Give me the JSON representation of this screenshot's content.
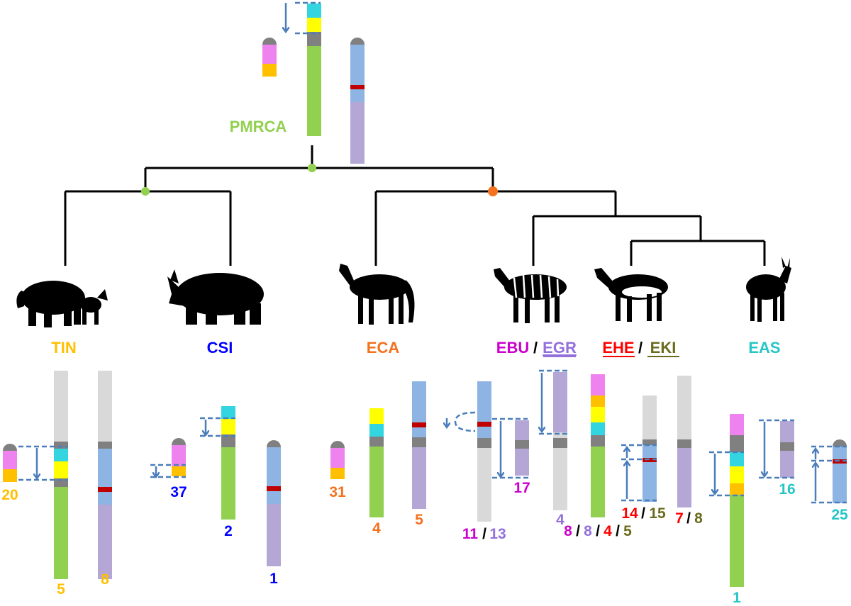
{
  "ancestor": {
    "label": "PMRCA",
    "color": "#92d050"
  },
  "species": [
    {
      "code": "TIN",
      "color": "#ffc000"
    },
    {
      "code": "CSI",
      "color": "#0000ff"
    },
    {
      "code": "ECA",
      "color": "#f4711e"
    },
    {
      "code": "EBU",
      "color": "#cc00cc"
    },
    {
      "code": "EGR",
      "color": "#9370db"
    },
    {
      "code": "EHE",
      "color": "#ff0000"
    },
    {
      "code": "EKI",
      "color": "#6b6b1e"
    },
    {
      "code": "EAS",
      "color": "#26c6c6"
    }
  ],
  "chromosome_labels": {
    "tin_20": "20",
    "tin_5": "5",
    "tin_8": "8",
    "csi_37": "37",
    "csi_2": "2",
    "csi_1": "1",
    "eca_31": "31",
    "eca_4": "4",
    "eca_5": "5",
    "eg_11": "11",
    "eg_13": "13",
    "eg_17": "17",
    "eg_4": "4",
    "q_8a": "8",
    "q_8b": "8",
    "q_4": "4",
    "q_5": "5",
    "ek_14": "14",
    "ek_15": "15",
    "ek_7": "7",
    "ek_8": "8",
    "eas_1": "1",
    "eas_16": "16",
    "eas_25": "25"
  },
  "separator": "/",
  "segment_colors": {
    "green": "#92d050",
    "lightblue": "#8db4e2",
    "purple": "#b4a7d6",
    "pink": "#ee82ee",
    "orange": "#ffc000",
    "yellow": "#ffff00",
    "cyan": "#33d6e0",
    "grey": "#d9d9d9",
    "centromere": "#808080",
    "red": "#c00000",
    "arrow": "#4a7ebb"
  }
}
